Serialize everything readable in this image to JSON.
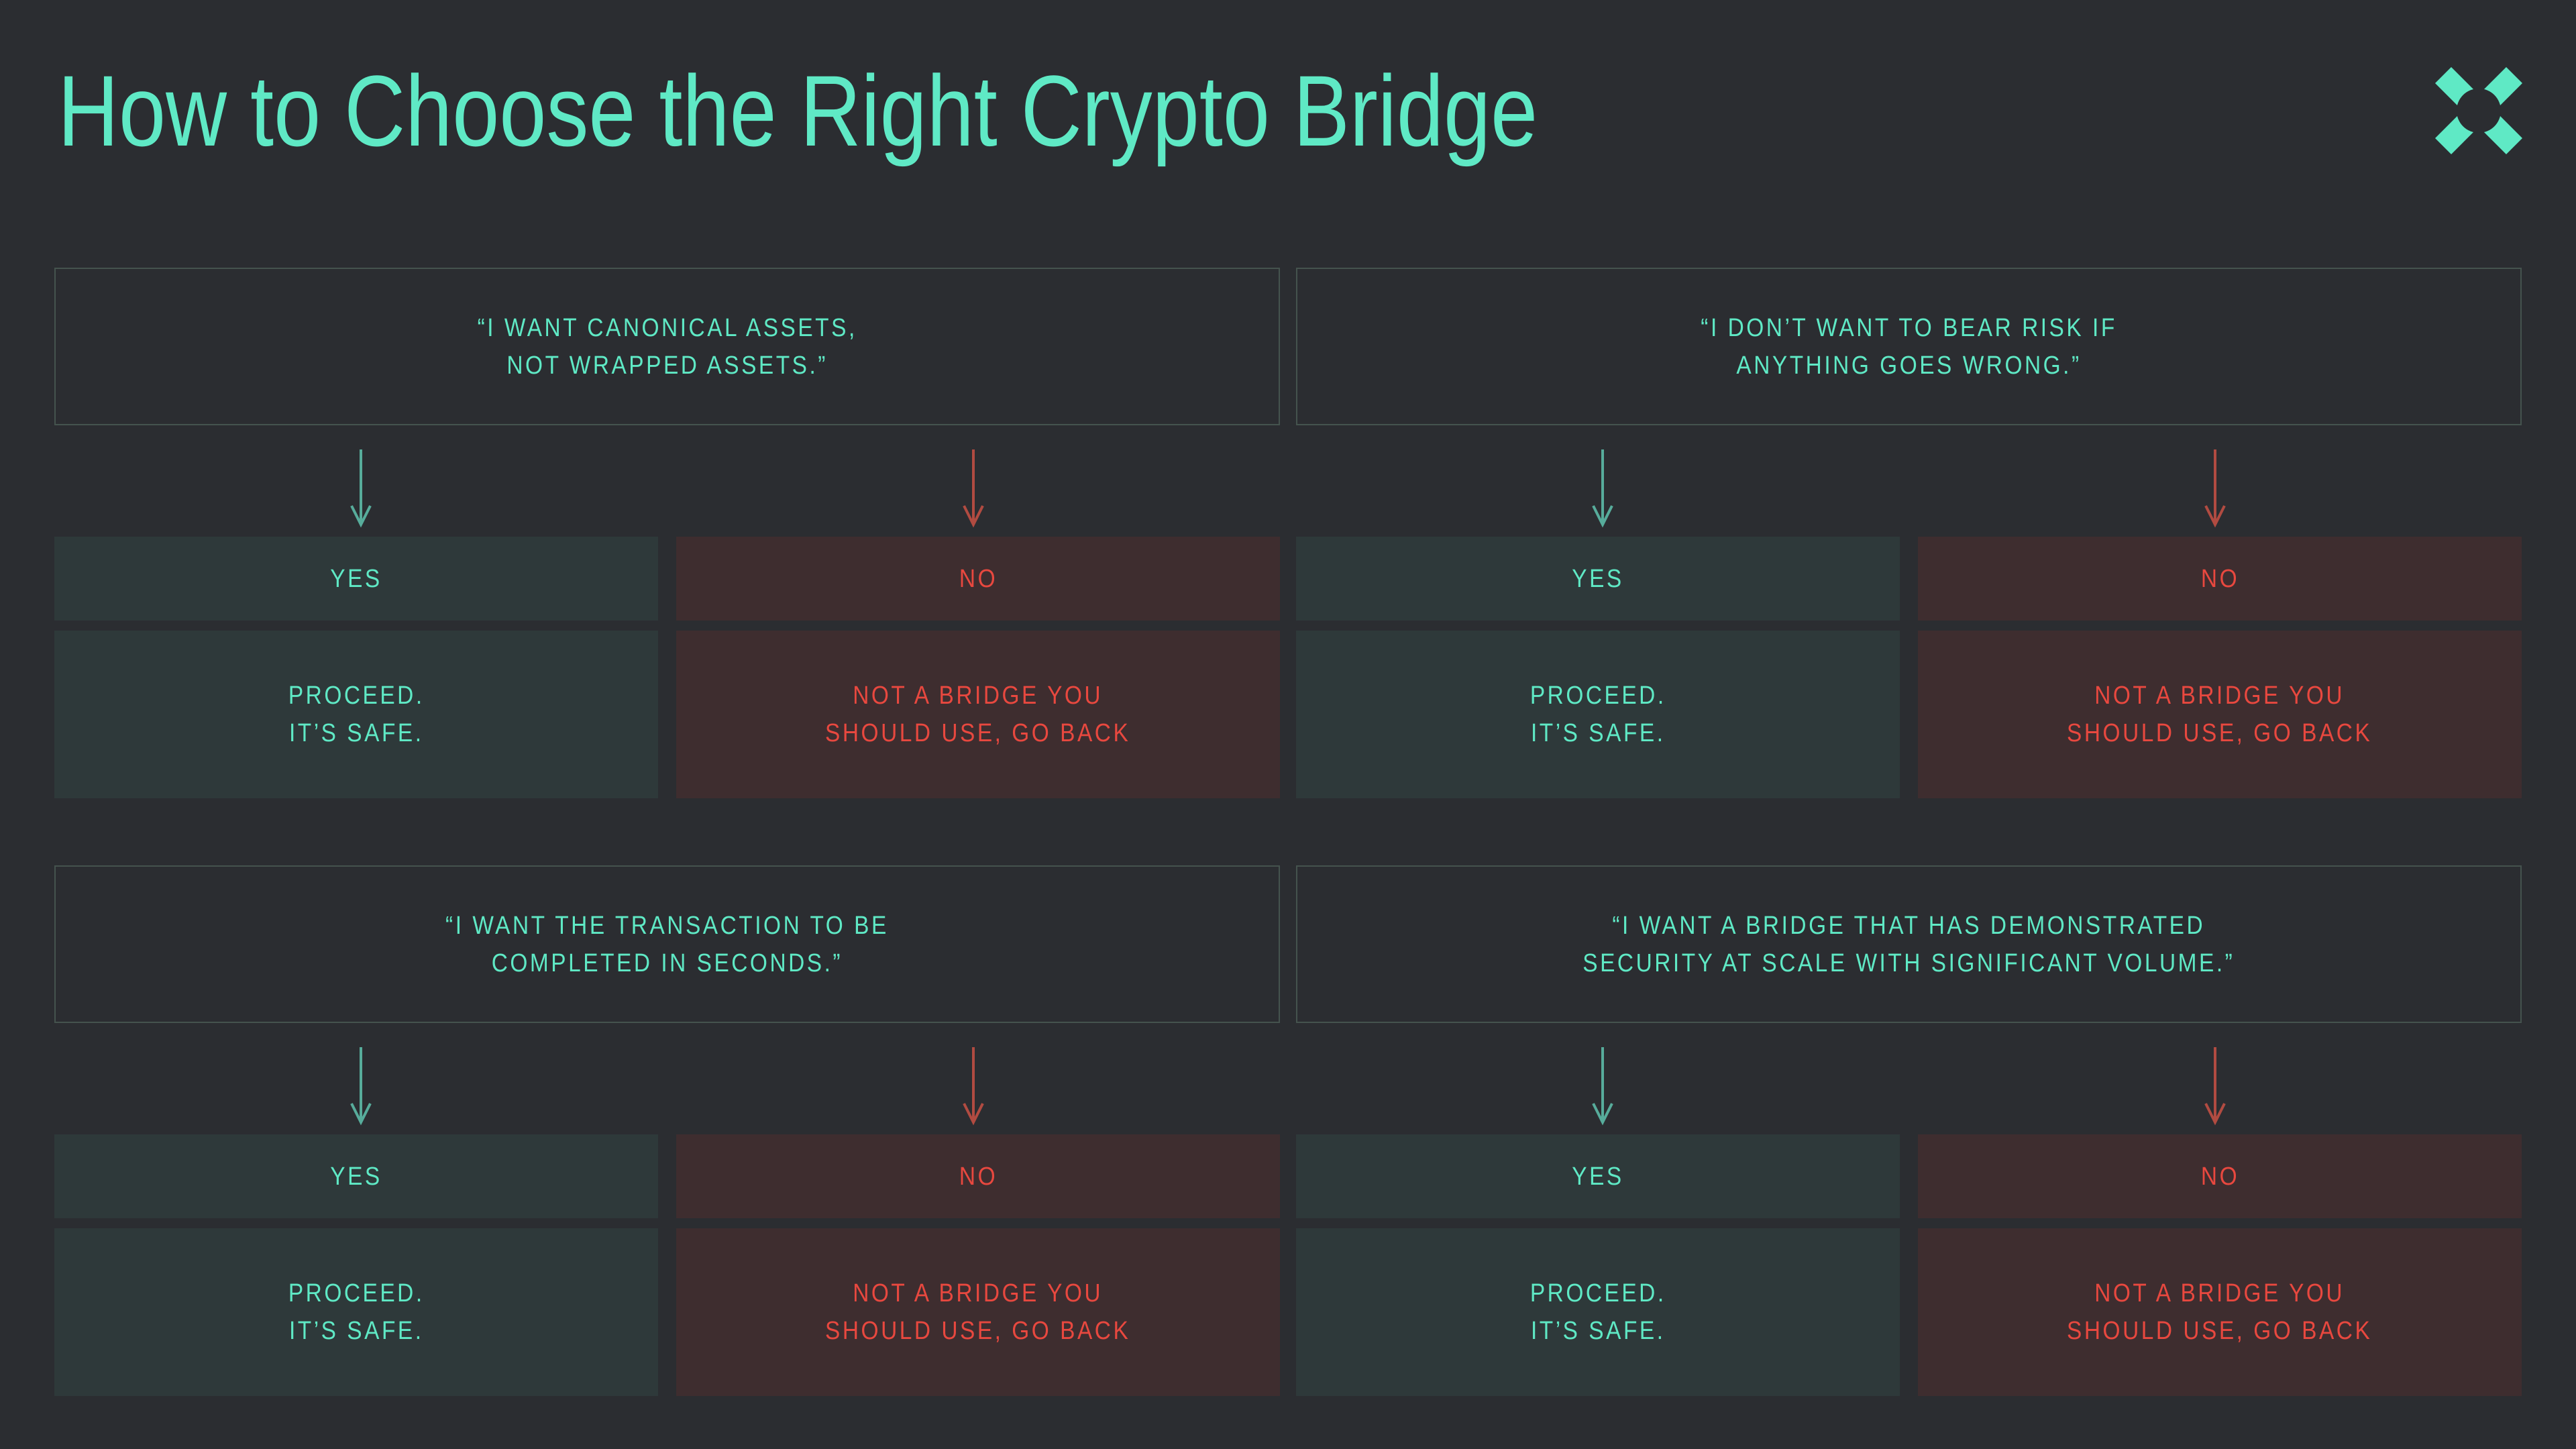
{
  "page": {
    "title": "How to Choose the Right Crypto Bridge"
  },
  "icons": {
    "logo": "x-cross-logo"
  },
  "colors": {
    "background": "#2B2D31",
    "accent_teal": "#5FE9C5",
    "accent_red": "#E8483F",
    "panel_teal": "#2E393A",
    "panel_red": "#3E2D2F",
    "question_border": "#45534E",
    "arrow_teal": "#57AC9B",
    "arrow_red": "#B14B41"
  },
  "labels": {
    "yes": "YES",
    "no": "NO",
    "proceed_line1": "PROCEED.",
    "proceed_line2": "IT’S SAFE.",
    "reject_line1": "NOT A BRIDGE YOU",
    "reject_line2": "SHOULD USE, GO BACK"
  },
  "quadrants": [
    {
      "question_line1": "“I WANT CANONICAL ASSETS,",
      "question_line2": "NOT WRAPPED ASSETS.”"
    },
    {
      "question_line1": "“I DON’T WANT TO BEAR RISK IF",
      "question_line2": "ANYTHING GOES WRONG.”"
    },
    {
      "question_line1": "“I WANT THE TRANSACTION TO BE",
      "question_line2": "COMPLETED IN SECONDS.”"
    },
    {
      "question_line1": "“I WANT A BRIDGE THAT HAS DEMONSTRATED",
      "question_line2": "SECURITY AT SCALE WITH SIGNIFICANT VOLUME.”"
    }
  ]
}
